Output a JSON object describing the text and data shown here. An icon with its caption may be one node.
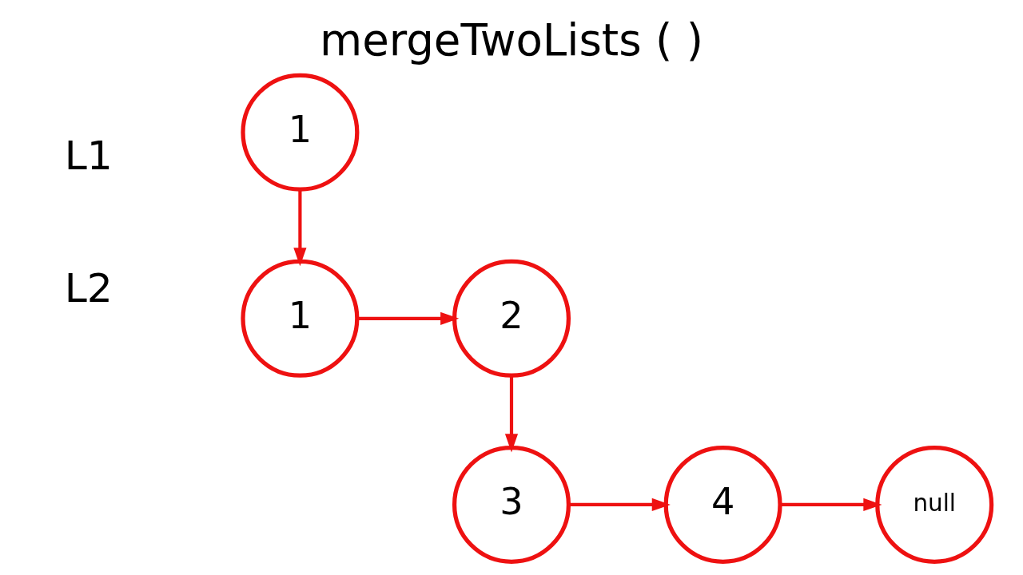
{
  "diagram": {
    "title": "mergeTwoLists ( )",
    "nodes": [
      {
        "text": [
          "1"
        ]
      },
      {
        "text": [
          "2"
        ]
      },
      {
        "text": [
          "1"
        ]
      },
      {
        "text": [
          "3"
        ]
      },
      {
        "text": [
          "4"
        ]
      },
      {
        "text": [
          "null"
        ]
      }
    ],
    "edges": [
      {
        "from": 2,
        "to": 0,
        "arrow": "to"
      },
      {
        "from": 0,
        "to": 1,
        "arrow": "to"
      },
      {
        "from": 1,
        "to": 3,
        "arrow": "to"
      },
      {
        "from": 3,
        "to": 4,
        "arrow": "to"
      },
      {
        "from": 4,
        "to": 5,
        "arrow": "to"
      }
    ],
    "labels": [
      "L1",
      "L2"
    ]
  }
}
